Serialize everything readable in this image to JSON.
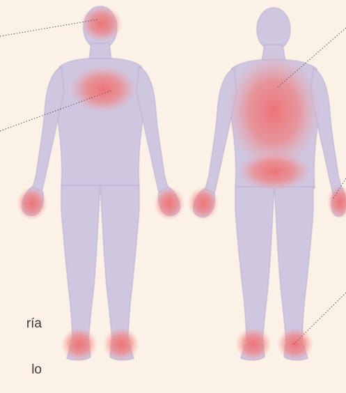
{
  "colors": {
    "background": "#fbf1e6",
    "body": "#cfc6e0",
    "body_edge": "#b9aecd",
    "hotspot": "#ef7a7a",
    "leader": "#555555"
  },
  "caption_fragments": [
    "ría",
    "lo"
  ],
  "views": [
    {
      "name": "front",
      "regions": [
        "head",
        "chest",
        "left-hand",
        "right-hand",
        "left-foot",
        "right-foot"
      ]
    },
    {
      "name": "back",
      "regions": [
        "upper-back",
        "lower-back",
        "left-hand",
        "right-hand",
        "left-foot",
        "right-foot"
      ]
    }
  ]
}
